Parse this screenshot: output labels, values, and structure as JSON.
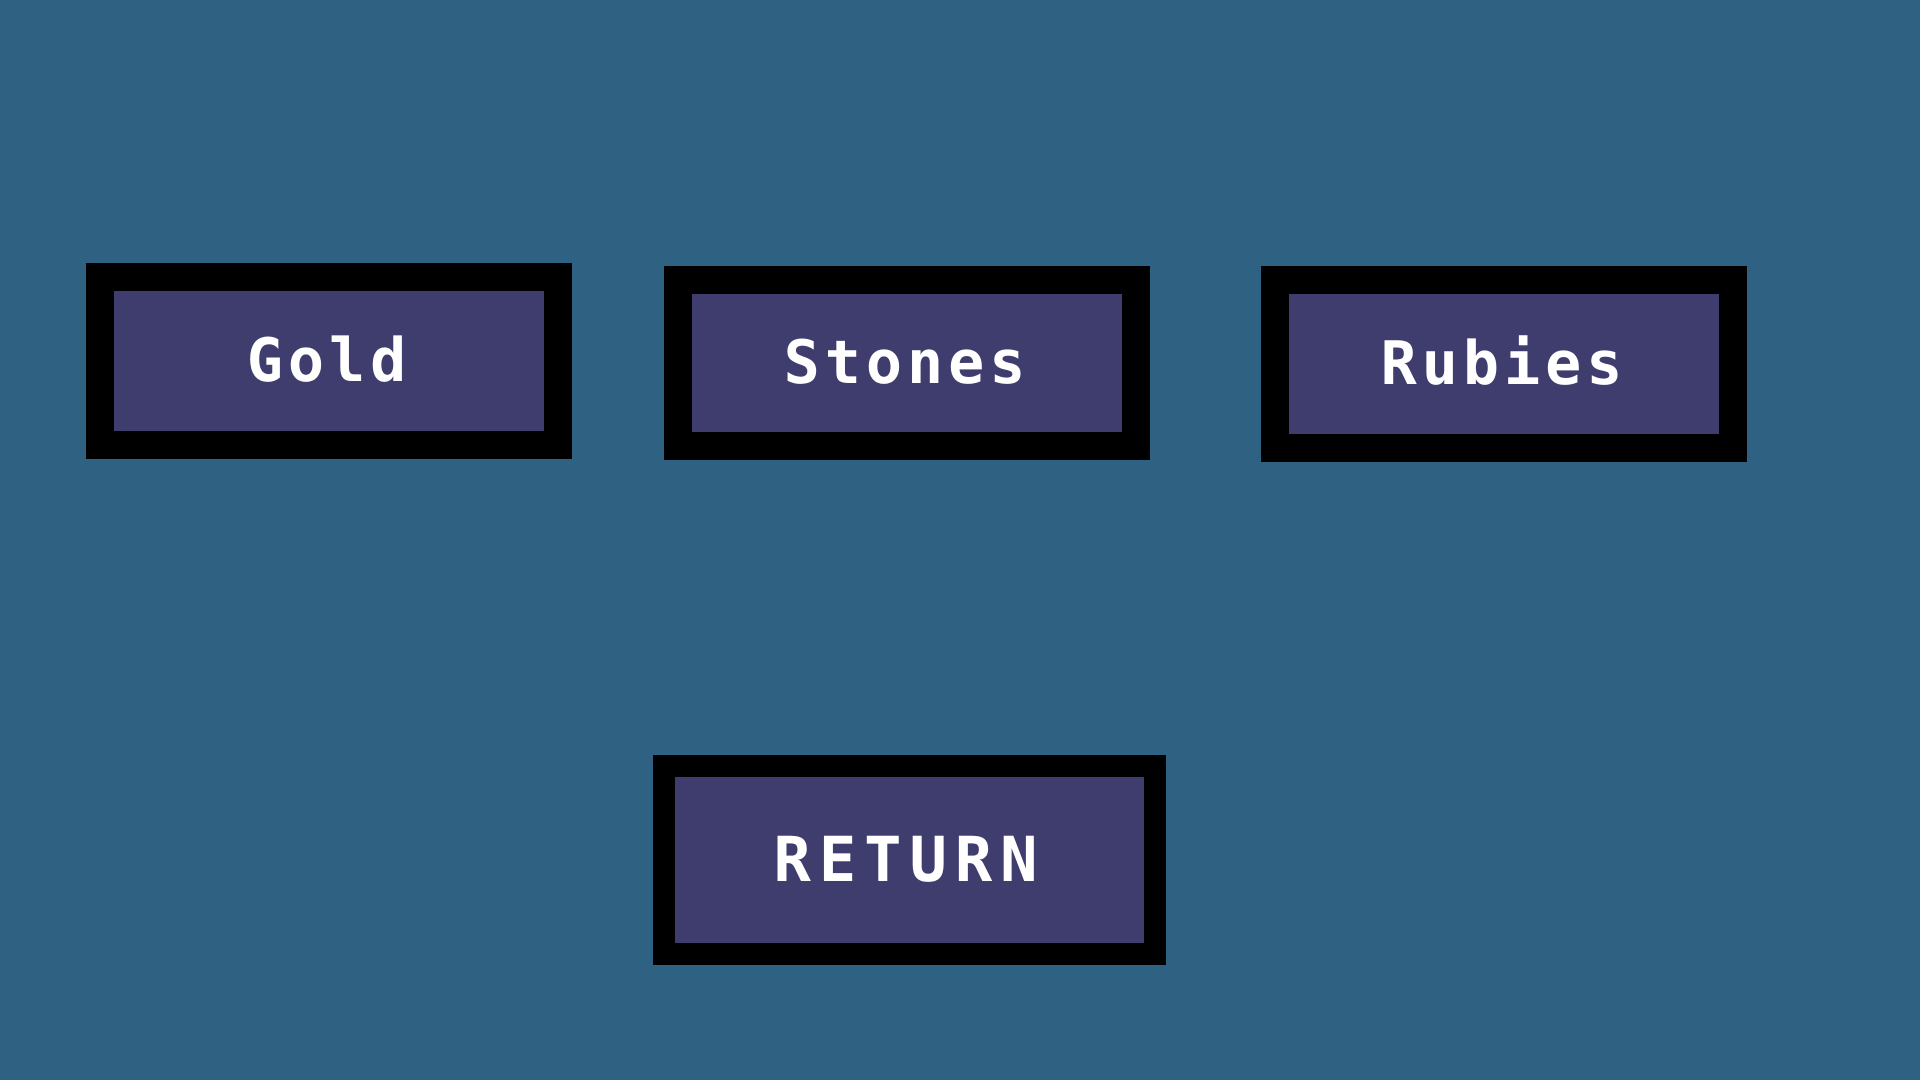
{
  "screen": {
    "name": "treasure-selection-menu"
  },
  "colors": {
    "background": "#2f6183",
    "button_fill": "#3f3c6e",
    "button_border": "#000000",
    "button_text": "#ffffff"
  },
  "buttons": [
    {
      "id": "gold",
      "label": "Gold"
    },
    {
      "id": "stones",
      "label": "Stones"
    },
    {
      "id": "rubies",
      "label": "Rubies"
    }
  ],
  "return_button": {
    "label": "RETURN"
  }
}
